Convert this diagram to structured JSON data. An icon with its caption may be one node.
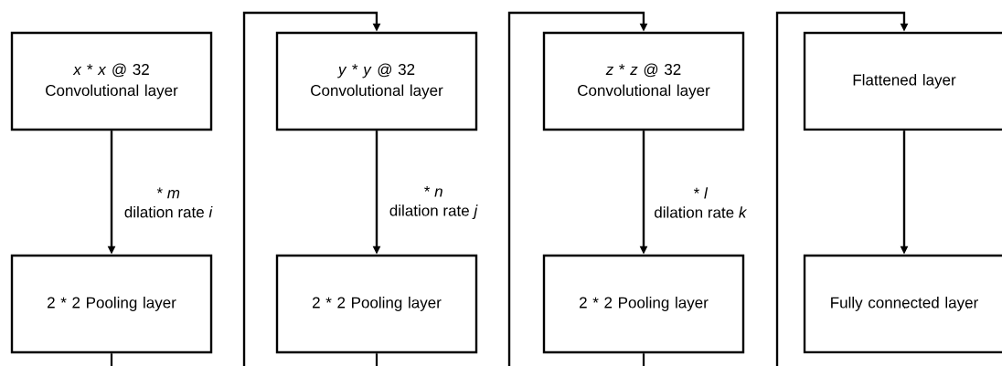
{
  "diagram": {
    "nodes": [
      {
        "text": [
          "*x* * *x* @ 32",
          "Convolutional layer"
        ]
      },
      {
        "text": [
          "2 * 2 Pooling layer"
        ]
      },
      {
        "text": [
          "*y* * *y* @ 32",
          "Convolutional layer"
        ]
      },
      {
        "text": [
          "2 * 2 Pooling layer"
        ]
      },
      {
        "text": [
          "*z* * *z* @ 32",
          "Convolutional layer"
        ]
      },
      {
        "text": [
          "2 * 2 Pooling layer"
        ]
      },
      {
        "text": [
          "Flattened layer"
        ]
      },
      {
        "text": [
          "Fully connected layer"
        ]
      }
    ],
    "edges": [
      {
        "from": 0,
        "to": 1,
        "arrow": "to",
        "label": "* *m* dilation rate *i*"
      },
      {
        "from": 1,
        "to": null,
        "arrow": "none"
      },
      {
        "from": null,
        "to": 2,
        "arrow": "to"
      },
      {
        "from": 2,
        "to": 3,
        "arrow": "to",
        "label": "* *n* dilation rate *j*"
      },
      {
        "from": 3,
        "to": null,
        "arrow": "none"
      },
      {
        "from": null,
        "to": 4,
        "arrow": "to"
      },
      {
        "from": 4,
        "to": 5,
        "arrow": "to",
        "label": "* *l* dilation rate *k*"
      },
      {
        "from": 5,
        "to": null,
        "arrow": "none"
      },
      {
        "from": null,
        "to": 6,
        "arrow": "to"
      },
      {
        "from": 6,
        "to": 7,
        "arrow": "to"
      }
    ]
  }
}
